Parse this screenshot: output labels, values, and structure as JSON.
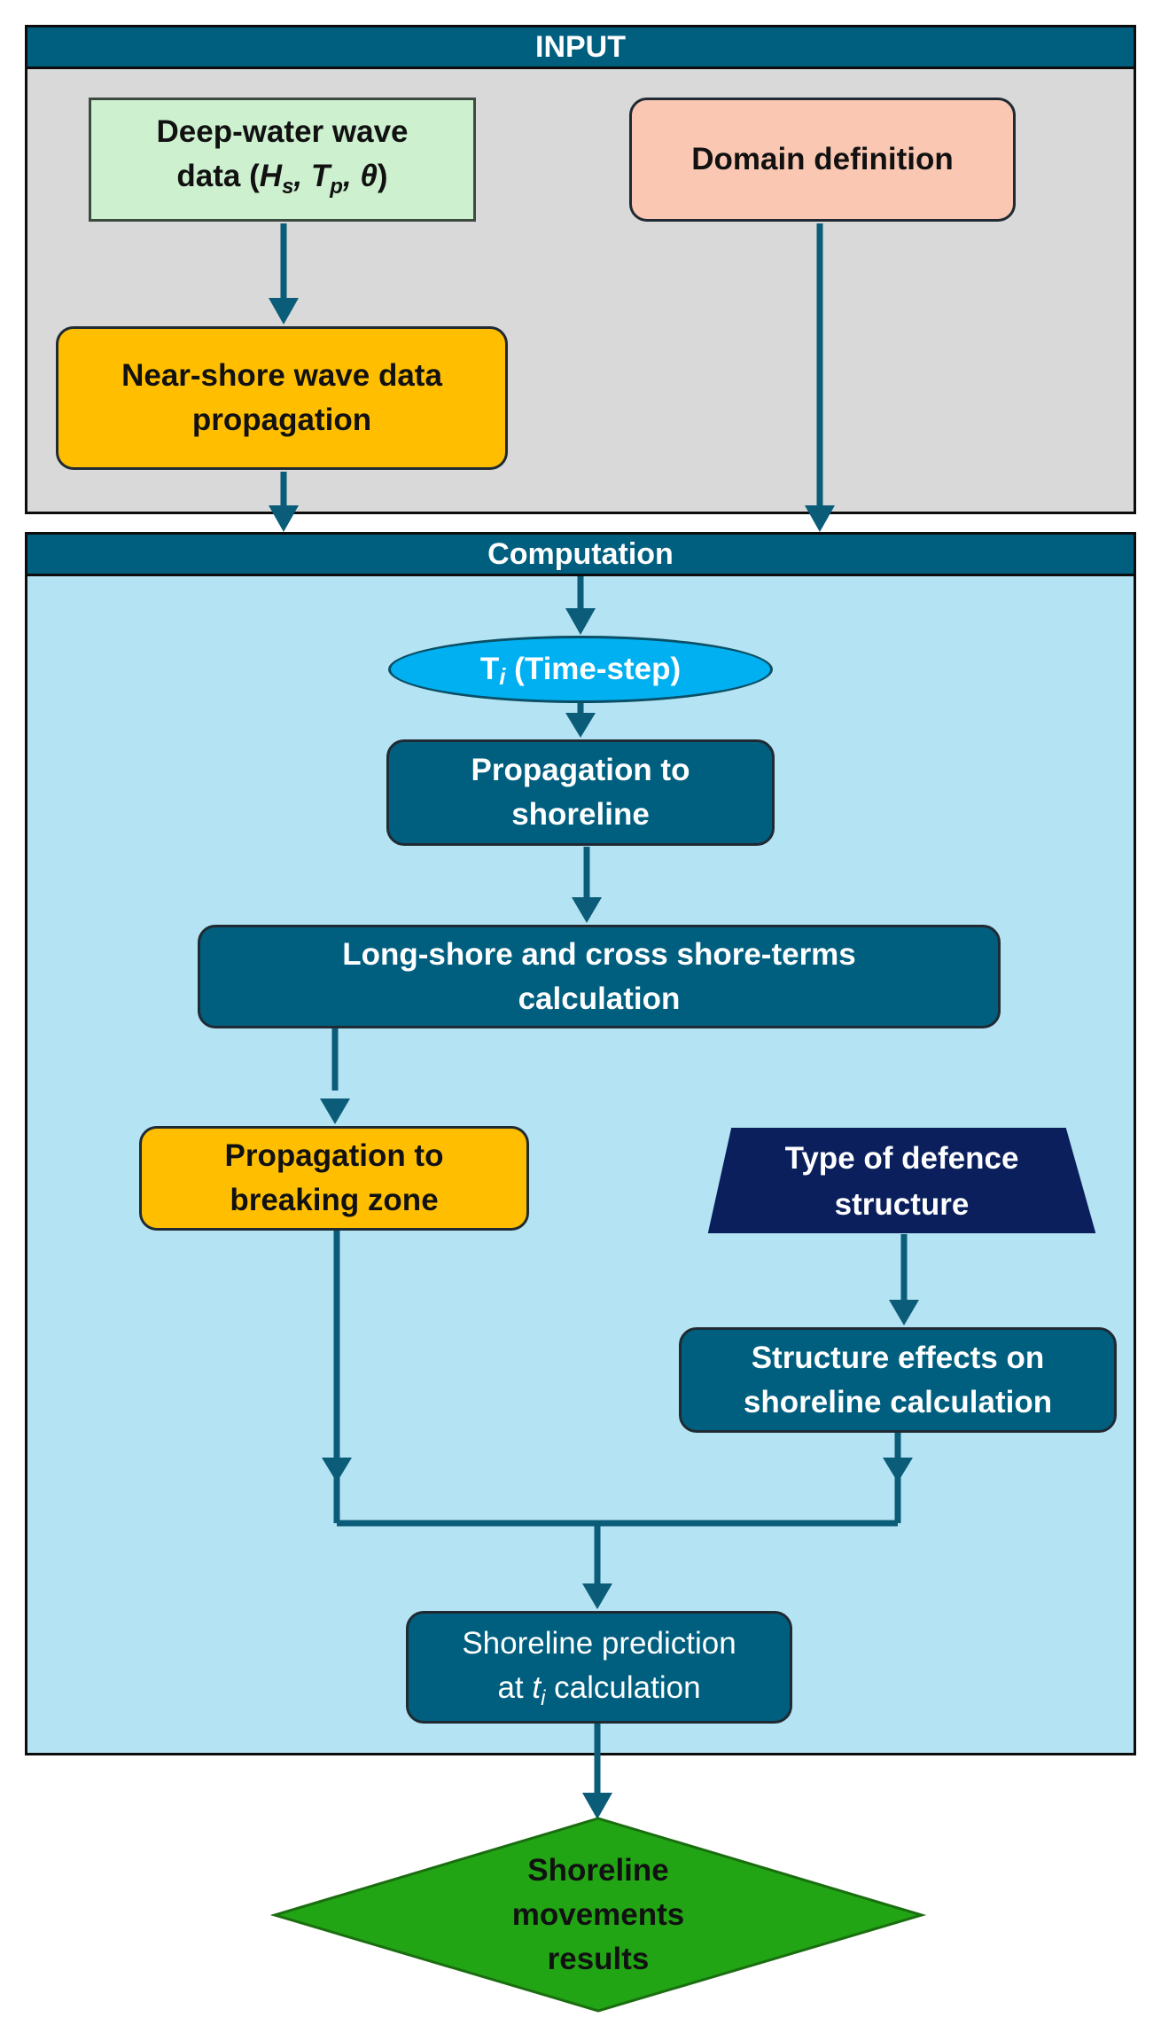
{
  "headers": {
    "input": "INPUT",
    "computation": "Computation"
  },
  "nodes": {
    "deep_water": {
      "line1": "Deep-water wave",
      "line2_prefix": "data (",
      "hs_main": "H",
      "hs_sub": "s",
      "sep1": ", ",
      "tp_main": "T",
      "tp_sub": "p",
      "sep2": ", ",
      "theta": "θ",
      "line2_suffix": ")"
    },
    "domain": {
      "label": "Domain definition"
    },
    "nearshore": {
      "line1": "Near-shore wave data",
      "line2": "propagation"
    },
    "timestep": {
      "main": "T",
      "sub": "i",
      "rest": " (Time-step)"
    },
    "prop_shoreline": {
      "line1": "Propagation to",
      "line2": "shoreline"
    },
    "longshore": {
      "line1": "Long-shore and cross shore-terms",
      "line2": "calculation"
    },
    "prop_breaking": {
      "line1": "Propagation to",
      "line2": "breaking zone"
    },
    "defence_type": {
      "line1": "Type of defence",
      "line2": "structure"
    },
    "structure_effects": {
      "line1": "Structure effects on",
      "line2": "shoreline calculation"
    },
    "prediction": {
      "line1": "Shoreline prediction",
      "line2_prefix": "at ",
      "t_main": "t",
      "t_sub": "i",
      "line2_suffix": " calculation"
    },
    "results": {
      "line1": "Shoreline",
      "line2": "movements",
      "line3": "results"
    }
  },
  "colors": {
    "header": "#005f7f",
    "input_panel": "#d9d9d9",
    "computation_panel": "#b4e3f3",
    "deep_water": "#cdf0cf",
    "domain": "#f9c7b2",
    "amber": "#ffbf00",
    "teal": "#005f7f",
    "ellipse": "#00b0f0",
    "trapezoid": "#0a1f5c",
    "diamond": "#22a514",
    "connector": "#0b5c78"
  }
}
